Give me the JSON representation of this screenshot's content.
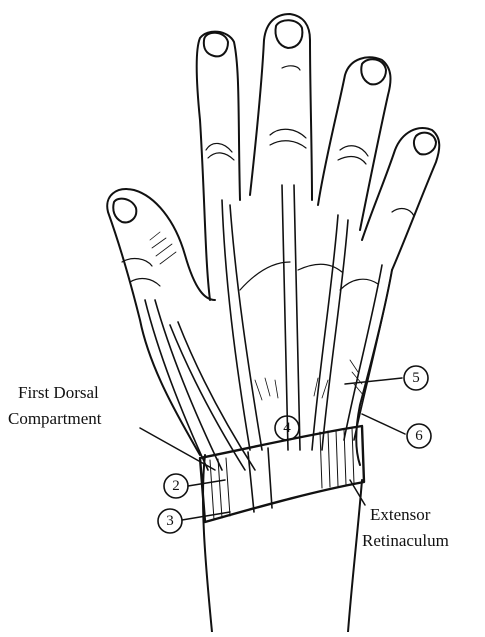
{
  "labels": {
    "first_dorsal_line1": "First Dorsal",
    "first_dorsal_line2": "Compartment",
    "extensor_line1": "Extensor",
    "extensor_line2": "Retinaculum"
  },
  "compartments": [
    "2",
    "3",
    "4",
    "5",
    "6"
  ]
}
